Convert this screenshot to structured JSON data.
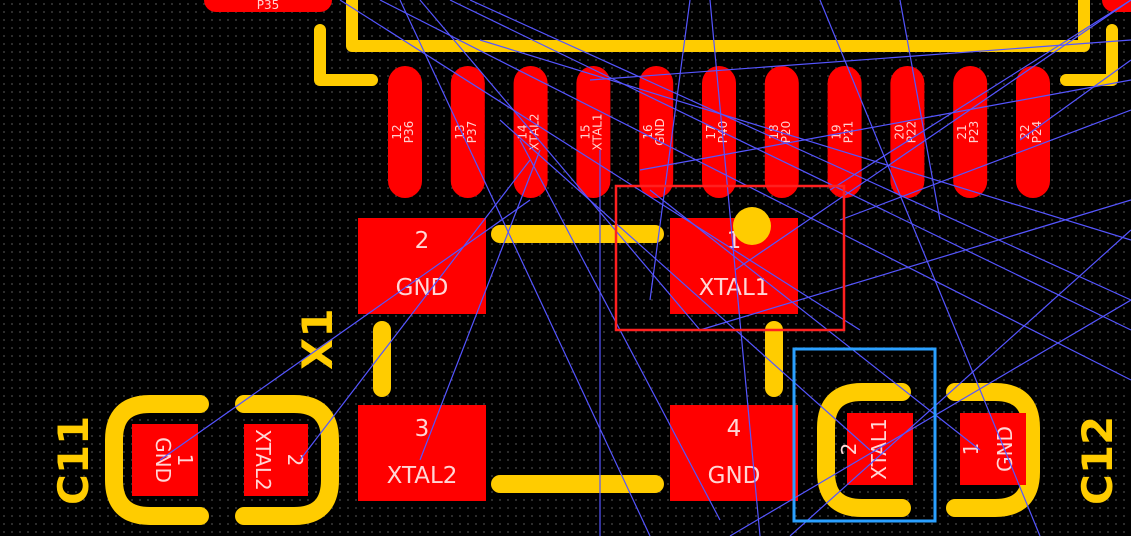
{
  "colors": {
    "background": "#000000",
    "pad": "#ff0000",
    "silkscreen": "#ffcc00",
    "ratsnest": "#5555ff",
    "selection_red": "#ff2020",
    "selection_blue": "#2aa0ff"
  },
  "header_pads": [
    {
      "number": "12",
      "net": "P36"
    },
    {
      "number": "13",
      "net": "P37"
    },
    {
      "number": "14",
      "net": "XTAL2"
    },
    {
      "number": "15",
      "net": "XTAL1"
    },
    {
      "number": "16",
      "net": "GND"
    },
    {
      "number": "17",
      "net": "P40"
    },
    {
      "number": "18",
      "net": "P20"
    },
    {
      "number": "19",
      "net": "P21"
    },
    {
      "number": "20",
      "net": "P22"
    },
    {
      "number": "21",
      "net": "P23"
    },
    {
      "number": "22",
      "net": "P24"
    }
  ],
  "partial_pad_label": "P35",
  "crystal": {
    "ref": "X1",
    "pads": [
      {
        "number": "1",
        "net": "XTAL1"
      },
      {
        "number": "2",
        "net": "GND"
      },
      {
        "number": "3",
        "net": "XTAL2"
      },
      {
        "number": "4",
        "net": "GND"
      }
    ]
  },
  "c11": {
    "ref": "C11",
    "pads": [
      {
        "number": "1",
        "net": "GND"
      },
      {
        "number": "2",
        "net": "XTAL2"
      }
    ]
  },
  "c12": {
    "ref": "C12",
    "pads": [
      {
        "number": "2",
        "net": "XTAL1"
      },
      {
        "number": "1",
        "net": "GND"
      }
    ]
  }
}
